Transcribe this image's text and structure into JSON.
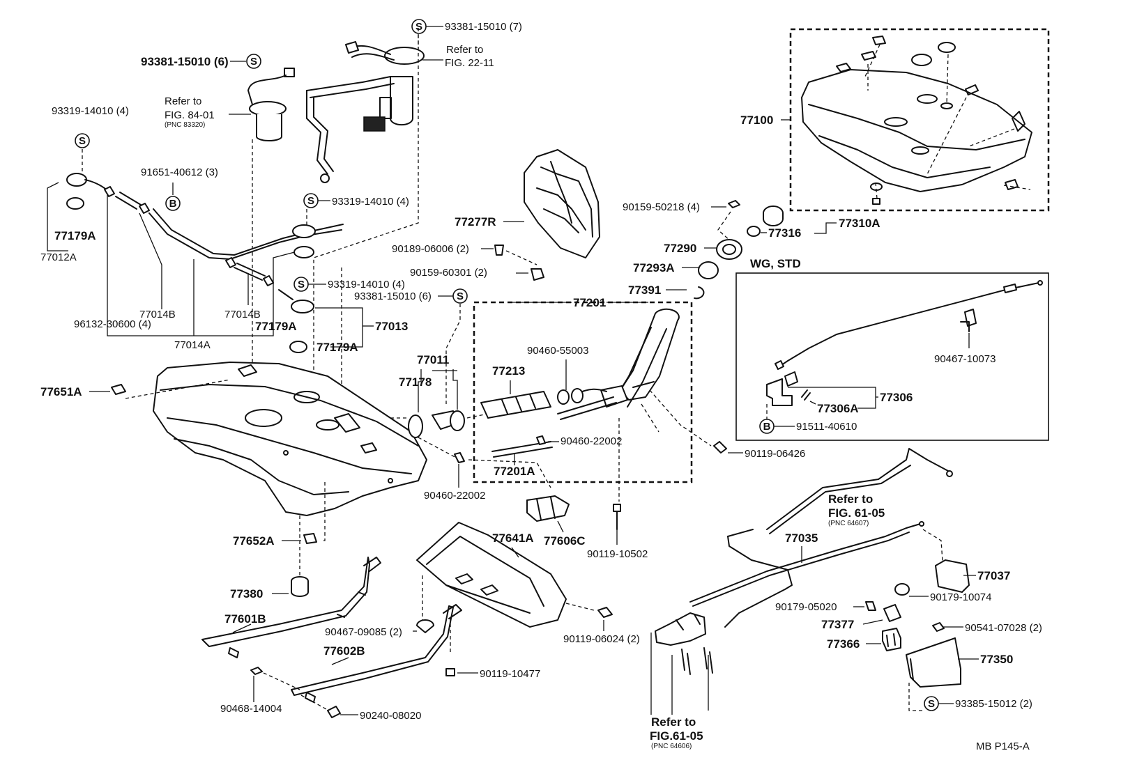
{
  "diagram": {
    "figure_code": "MB  P145-A",
    "labels": {
      "p93381_15010_7": "93381-15010 (7)",
      "refer_fig22_11_l1": "Refer to",
      "refer_fig22_11_l2": "FIG. 22-11",
      "p93381_15010_6a": "93381-15010 (6)",
      "refer_fig84_01_l1": "Refer to",
      "refer_fig84_01_l2": "FIG. 84-01",
      "refer_fig84_01_pnc": "(PNC 83320)",
      "p93319_14010_4a": "93319-14010 (4)",
      "p91651_40612": "91651-40612 (3)",
      "p93319_14010_4b": "93319-14010 (4)",
      "p77179A_a": "77179A",
      "p77012A": "77012A",
      "p77014B_a": "77014B",
      "p77014B_b": "77014B",
      "p96132_30600": "96132-30600 (4)",
      "p77014A": "77014A",
      "p77179A_b": "77179A",
      "p93319_14010_4c": "93319-14010 (4)",
      "p93381_15010_6b": "93381-15010 (6)",
      "p77013": "77013",
      "p77179A_c": "77179A",
      "p77277R": "77277R",
      "p90189_06006": "90189-06006 (2)",
      "p90159_60301": "90159-60301 (2)",
      "p77201": "77201",
      "p90159_50218": "90159-50218 (4)",
      "p77290": "77290",
      "p77293A": "77293A",
      "p77391": "77391",
      "p77100": "77100",
      "p77316": "77316",
      "p77310A": "77310A",
      "wg_std": "WG, STD",
      "p90467_10073": "90467-10073",
      "p77306": "77306",
      "p77306A": "77306A",
      "p91511_40610": "91511-40610",
      "p77651A": "77651A",
      "p77011": "77011",
      "p77178": "77178",
      "p77213": "77213",
      "p90460_55003": "90460-55003",
      "p90460_22002_a": "90460-22002",
      "p77201A": "77201A",
      "p90460_22002_b": "90460-22002",
      "p90119_06426": "90119-06426",
      "refer_fig61_05a_l1": "Refer to",
      "refer_fig61_05a_l2": "FIG. 61-05",
      "refer_fig61_05a_pnc": "(PNC 64607)",
      "p77652A": "77652A",
      "p77641A": "77641A",
      "p77606C": "77606C",
      "p90119_10502": "90119-10502",
      "p77035": "77035",
      "p77037": "77037",
      "p90179_10074": "90179-10074",
      "p77380": "77380",
      "p77601B": "77601B",
      "p90467_09085": "90467-09085 (2)",
      "p90119_06024": "90119-06024 (2)",
      "p90179_05020": "90179-05020",
      "p77377": "77377",
      "p90541_07028": "90541-07028 (2)",
      "p77602B": "77602B",
      "p90119_10477": "90119-10477",
      "p77366": "77366",
      "p77350": "77350",
      "p90468_14004": "90468-14004",
      "p90240_08020": "90240-08020",
      "p93385_15012": "93385-15012 (2)",
      "refer_fig61_05b_l1": "Refer to",
      "refer_fig61_05b_l2": "FIG.61-05",
      "refer_fig61_05b_pnc": "(PNC 64606)"
    },
    "circle_markers": {
      "s": "S",
      "b": "B"
    }
  }
}
